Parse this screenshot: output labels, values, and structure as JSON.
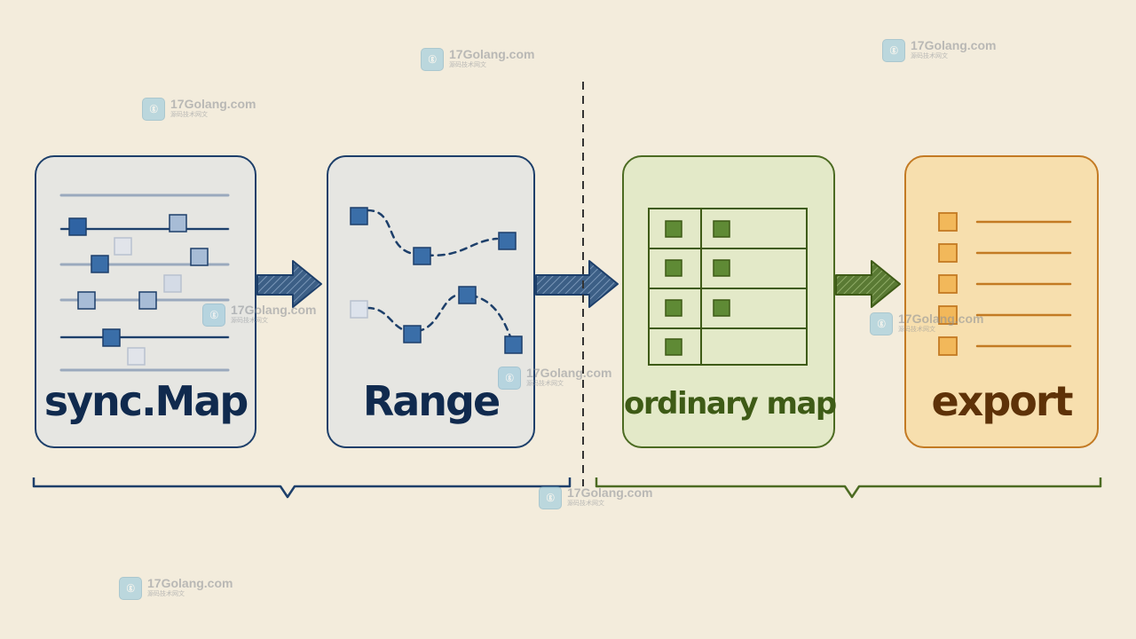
{
  "stages": [
    {
      "key": "syncmap",
      "label": "sync.Map"
    },
    {
      "key": "range",
      "label": "Range"
    },
    {
      "key": "ordinary",
      "label": "ordinary map"
    },
    {
      "key": "export",
      "label": "export"
    }
  ],
  "colors": {
    "background": "#f3ecdc",
    "blue_stroke": "#1d3f6a",
    "blue_square": "#3a6ea8",
    "green_stroke": "#4c6b22",
    "green_square": "#5f8a35",
    "orange_stroke": "#c37a23",
    "orange_square": "#f2b85a"
  },
  "watermark": {
    "icon": "17go-logo-icon",
    "text": "17Golang.com",
    "subtext": "源码技术网文"
  }
}
